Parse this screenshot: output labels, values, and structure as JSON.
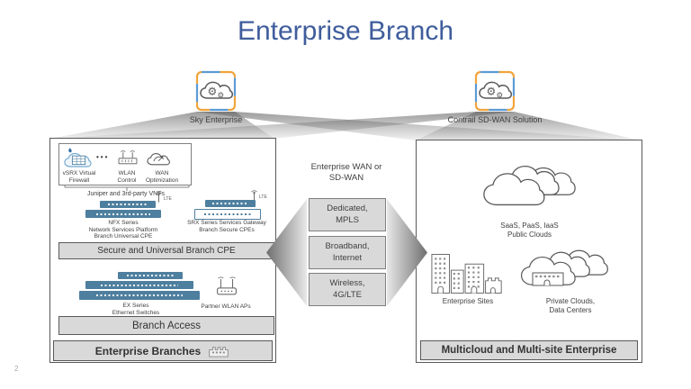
{
  "slide": {
    "title": "Enterprise Branch",
    "page_number": "2"
  },
  "management_clouds": {
    "sky": {
      "label": "Sky Enterprise"
    },
    "contrail": {
      "label": "Contrail SD-WAN Solution"
    }
  },
  "branch_panel": {
    "vnf_group": {
      "vsrx": {
        "line1": "vSRX Virtual",
        "line2": "Firewall"
      },
      "wlan": {
        "line1": "WLAN",
        "line2": "Control"
      },
      "wan_opt": {
        "line1": "WAN",
        "line2": "Optimization"
      },
      "group_label": "Juniper and 3rd-party VNFs"
    },
    "nfx": {
      "lte": "LTE",
      "line1": "NFX Series",
      "line2": "Network Services Platform",
      "line3": "Branch Universal CPE"
    },
    "srx": {
      "lte": "LTE",
      "line1": "SRX Series Services Gateway",
      "line2": "Branch Secure CPEs"
    },
    "cpe_bar_label": "Secure and Universal Branch CPE",
    "ex": {
      "line1": "EX Series",
      "line2": "Ethernet Switches"
    },
    "partner_ap_label": "Partner WLAN APs",
    "access_bar_label": "Branch Access",
    "footer_label": "Enterprise Branches"
  },
  "wan": {
    "heading_line1": "Enterprise WAN or",
    "heading_line2": "SD-WAN",
    "links": [
      {
        "line1": "Dedicated,",
        "line2": "MPLS"
      },
      {
        "line1": "Broadband,",
        "line2": "Internet"
      },
      {
        "line1": "Wireless,",
        "line2": "4G/LTE"
      }
    ]
  },
  "multicloud_panel": {
    "public_clouds": {
      "line1": "SaaS, PaaS, IaaS",
      "line2": "Public Clouds"
    },
    "enterprise_sites_label": "Enterprise Sites",
    "private_clouds": {
      "line1": "Private Clouds,",
      "line2": "Data Centers"
    },
    "footer_label": "Multicloud and Multi-site Enterprise"
  },
  "colors": {
    "title_blue": "#3F5D9C",
    "device_blue": "#4E7F9F",
    "bar_gray": "#D9D9D9",
    "border_dark": "#595959",
    "bracket_blue": "#5B9BD5",
    "bracket_orange": "#F2A43A"
  }
}
